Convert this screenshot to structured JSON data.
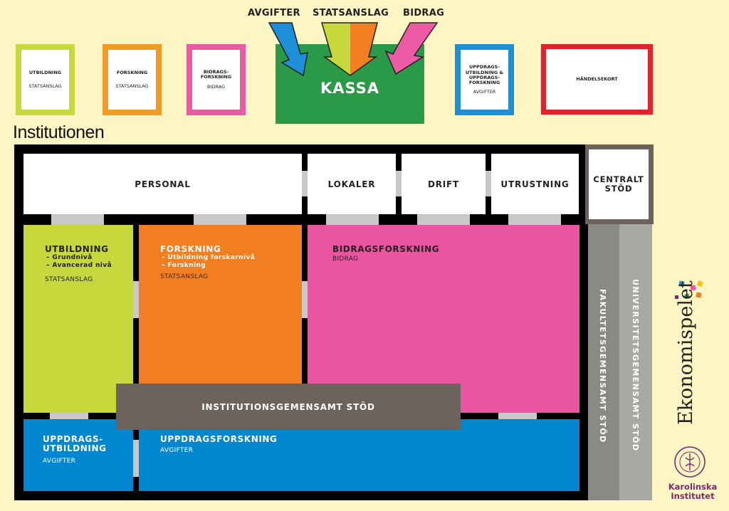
{
  "inflows": {
    "avgifter": "AVGIFTER",
    "statsanslag": "STATSANSLAG",
    "bidrag": "BIDRAG"
  },
  "kassa": {
    "label": "KASSA"
  },
  "cards": [
    {
      "title": "UTBILDNING",
      "sub": "STATSANSLAG",
      "color": "#c6d83c"
    },
    {
      "title": "FORSKNING",
      "sub": "STATSANSLAG",
      "color": "#f39a25"
    },
    {
      "title": "BIDRAGS-\nFORSKNING",
      "sub": "BIDRAG",
      "color": "#e85aa2"
    },
    {
      "title": "UPPDRAGS-\nUTBILDNING &\nUPPDRAGS-\nFORSKNING",
      "sub": "AVGIFTER",
      "color": "#1d8fd8"
    },
    {
      "title": "HÄNDELSEKORT",
      "sub": "",
      "color": "#e3222a"
    }
  ],
  "institution": {
    "title": "Institutionen",
    "headers": {
      "personal": "PERSONAL",
      "lokaler": "LOKALER",
      "drift": "DRIFT",
      "utrustning": "UTRUSTNING",
      "centralt_stod": "CENTRALT\nSTÖD"
    },
    "utbildning": {
      "title": "UTBILDNING",
      "lines": [
        "– Grundnivå",
        "– Avancerad nivå"
      ],
      "sub": "STATSANSLAG"
    },
    "forskning": {
      "title": "FORSKNING",
      "lines": [
        "– Utbildning forskarnivå",
        "– Forskning"
      ],
      "sub": "STATSANSLAG"
    },
    "bidragsforskning": {
      "title": "BIDRAGSFORSKNING",
      "sub": "BIDRAG"
    },
    "institutionsgemensamt": "INSTITUTIONSGEMENSAMT STÖD",
    "uppdragsutbildning": {
      "title": "UPPDRAGS-\nUTBILDNING",
      "sub": "AVGIFTER"
    },
    "uppdragsforskning": {
      "title": "UPPDRAGSFORSKNING",
      "sub": "AVGIFTER"
    },
    "fakultetsgemensamt": "FAKULTETSGEMENSAMT STÖD",
    "universitetsgemensamt": "UNIVERSITETSGEMENSAMT STÖD"
  },
  "logos": {
    "ekonomispelet": "Ekonomispelet",
    "ki_line1": "Karolinska",
    "ki_line2": "Institutet"
  },
  "colors": {
    "background": "#fdf5c3",
    "green_block": "#c6d83c",
    "orange_block": "#f27e22",
    "pink_block": "#e955a0",
    "blue_block": "#0087d0",
    "kassa": "#2b9a48",
    "dark_gray": "#6c645c",
    "mid_gray": "#8a8a84",
    "light_gray": "#a9a9a3",
    "ki_purple": "#7b2b6e"
  }
}
